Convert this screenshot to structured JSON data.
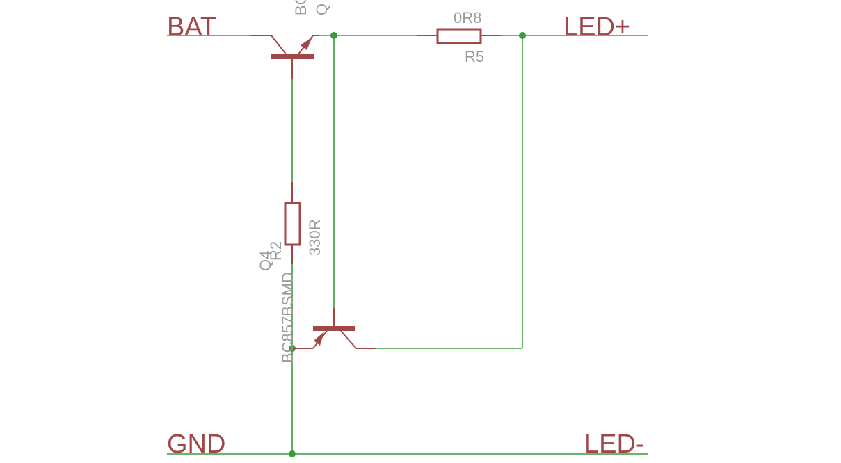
{
  "nets": {
    "bat": "BAT",
    "gnd": "GND",
    "led_plus": "LED+",
    "led_minus": "LED-"
  },
  "components": {
    "r5": {
      "ref": "R5",
      "value": "0R8"
    },
    "r2": {
      "ref": "R2",
      "value": "330R"
    },
    "q4": {
      "ref": "Q4",
      "value": "BC857BSMD"
    },
    "q_top": {
      "ref": "Q",
      "value": "BC"
    }
  },
  "colors": {
    "wire": "#3c9a3c",
    "symbol": "#a04848",
    "label": "#9a9a9a"
  }
}
